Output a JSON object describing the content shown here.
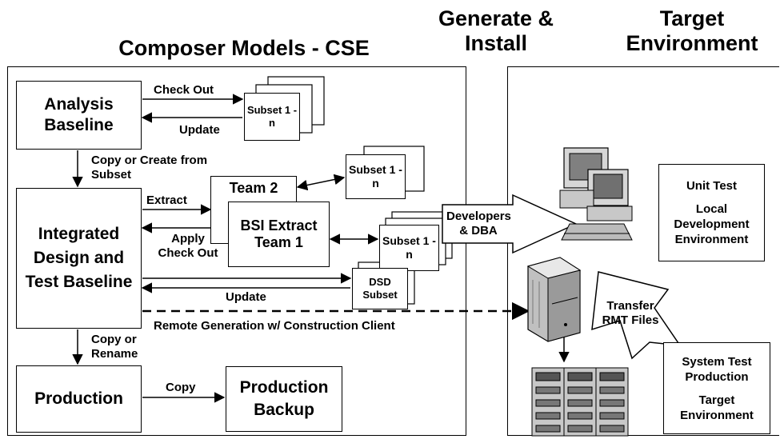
{
  "headers": {
    "composer": "Composer Models - CSE",
    "generate": "Generate & Install",
    "target": "Target Environment"
  },
  "boxes": {
    "analysis_baseline": "Analysis Baseline",
    "integrated_baseline": "Integrated Design and Test Baseline",
    "production": "Production",
    "production_backup": "Production Backup",
    "team2": "Team 2",
    "bsi_team1": "BSI Extract Team 1",
    "subset_top": "Subset 1 - n",
    "subset_mid": "Subset 1 - n",
    "subset_right": "Subset 1 - n",
    "dsd_subset": "DSD Subset",
    "unit_test": "Unit Test",
    "local_dev": "Local Development Environment",
    "system_test": "System Test Production",
    "target_env": "Target Environment"
  },
  "labels": {
    "check_out_top": "Check Out",
    "update_top": "Update",
    "copy_or_create": "Copy or Create from Subset",
    "extract": "Extract",
    "apply_check_out": "Apply Check Out",
    "update_mid": "Update",
    "remote_generation": "Remote Generation w/ Construction Client",
    "copy_or_rename": "Copy or Rename",
    "copy": "Copy",
    "developers_dba": "Developers & DBA",
    "transfer_rmt": "Transfer RMT Files"
  },
  "icons": [
    "workstation-icon",
    "server-cabinet-icon",
    "server-rack-icon"
  ]
}
